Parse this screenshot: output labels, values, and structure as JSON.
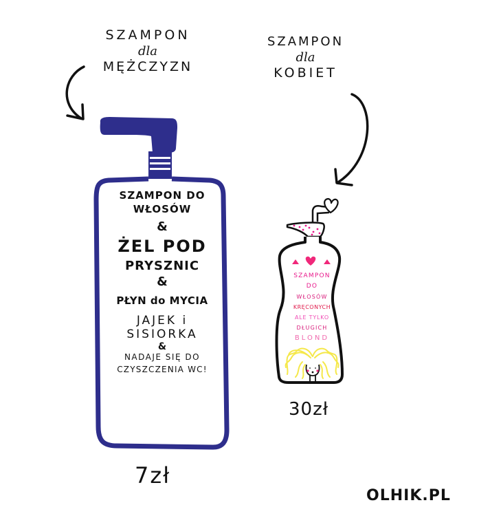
{
  "captions": {
    "men": {
      "line1": "SZAMPON",
      "line2": "dla",
      "line3": "MĘŻCZYZN"
    },
    "women": {
      "line1": "SZAMPON",
      "line2": "dla",
      "line3": "KOBIET"
    }
  },
  "men_bottle": {
    "color": "#2E2E8C",
    "price": "7zł",
    "label_lines": [
      "SZAMPON DO",
      "WŁOSÓW",
      "&",
      "ŻEL POD",
      "PRYSZNIC",
      "&",
      "PŁYN do MYCIA",
      "JAJEK i",
      "SISIORKA",
      "&",
      "NADAJE SIĘ DO",
      "CZYSZCZENIA WC!"
    ]
  },
  "women_bottle": {
    "outline_color": "#111111",
    "price": "30zł",
    "hearts_color": "#F0287A",
    "label_lines": [
      {
        "text": "SZAMPON",
        "color": "#E8198B"
      },
      {
        "text": "DO",
        "color": "#E8198B"
      },
      {
        "text": "WŁOSÓW",
        "color": "#D81B7A"
      },
      {
        "text": "KRĘCONYCH",
        "color": "#E0194A"
      },
      {
        "text": "ALE TYLKO",
        "color": "#F04DB5"
      },
      {
        "text": "DŁUGICH",
        "color": "#D81B7A"
      },
      {
        "text": "BLOND",
        "color": "#F06AAE"
      }
    ],
    "hair_color": "#F5E84A",
    "cheek_color": "#F0287A"
  },
  "signature": "OLHIK.PL",
  "icons": {
    "left_arrow": "curved-arrow-down-right",
    "right_arrow": "curved-arrow-down-left",
    "heart": "heart"
  }
}
